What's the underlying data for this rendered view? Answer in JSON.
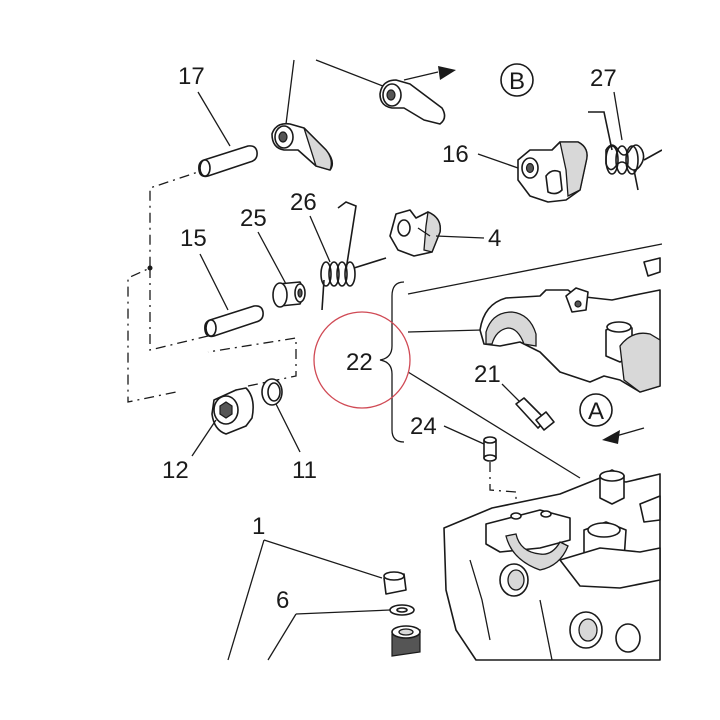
{
  "callouts": {
    "c17": "17",
    "c15": "15",
    "c25": "25",
    "c26": "26",
    "c4": "4",
    "c16": "16",
    "c27": "27",
    "c22": "22",
    "c21": "21",
    "c24": "24",
    "c12": "12",
    "c11": "11",
    "c1": "1",
    "c6": "6"
  },
  "view_markers": {
    "a": "A",
    "b": "B"
  },
  "highlight": {
    "target_callout": "22",
    "ring_color": "#d04a55"
  },
  "colors": {
    "line": "#1a1a1a",
    "shade": "#d8d8d8"
  }
}
